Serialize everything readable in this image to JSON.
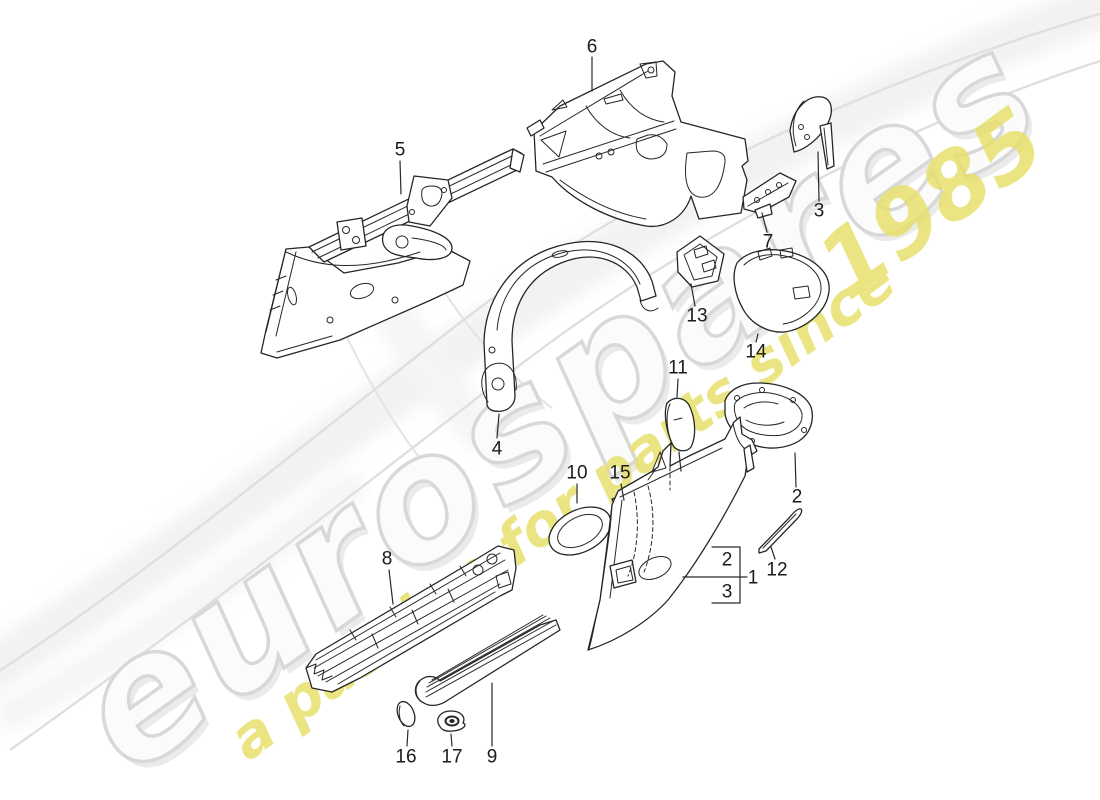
{
  "watermark": {
    "brand": "eurospares",
    "brand_fill": "#fbfbfb",
    "brand_stroke": "#d8d8d8",
    "brand_shadow": "#ebebeb",
    "tagline": "a passion for parts since",
    "year": "1985",
    "tagline_color": "#e8e06c",
    "swoosh_color": "#dfdfdf"
  },
  "diagram": {
    "line_color": "#262626",
    "label_color": "#1b1b1b",
    "combined_ref": "1",
    "combined_members": [
      "2",
      "3"
    ]
  },
  "callouts": {
    "1": {
      "label": "1"
    },
    "2": {
      "label": "2"
    },
    "3": {
      "label": "3"
    },
    "4": {
      "label": "4"
    },
    "5": {
      "label": "5"
    },
    "6": {
      "label": "6"
    },
    "7": {
      "label": "7"
    },
    "8": {
      "label": "8"
    },
    "9": {
      "label": "9"
    },
    "10": {
      "label": "10"
    },
    "11": {
      "label": "11"
    },
    "12": {
      "label": "12"
    },
    "13": {
      "label": "13"
    },
    "14": {
      "label": "14"
    },
    "15": {
      "label": "15"
    },
    "16": {
      "label": "16"
    },
    "17": {
      "label": "17"
    },
    "2b": {
      "label": "2"
    },
    "3b": {
      "label": "3"
    }
  }
}
